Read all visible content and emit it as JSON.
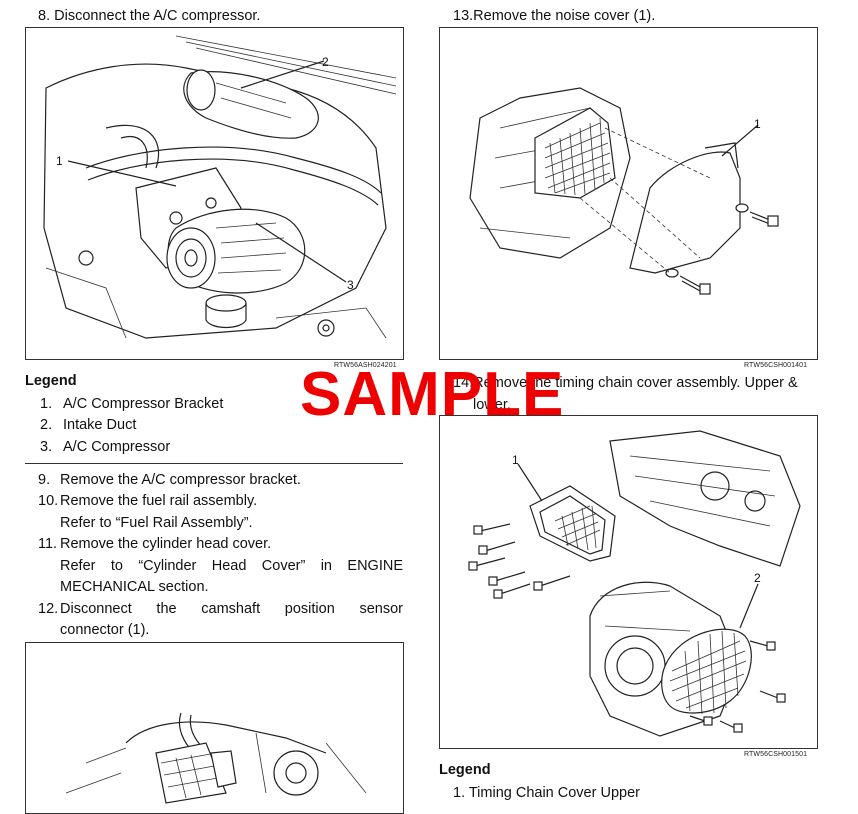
{
  "left": {
    "step8": "8.  Disconnect the A/C compressor.",
    "fig1": {
      "code": "RTW56ASH024201",
      "labels": [
        "1",
        "2",
        "3"
      ]
    },
    "legend_title": "Legend",
    "legend": [
      {
        "num": "1.",
        "text": "A/C Compressor Bracket"
      },
      {
        "num": "2.",
        "text": "Intake Duct"
      },
      {
        "num": "3.",
        "text": "A/C Compressor"
      }
    ],
    "steps": [
      {
        "num": "9.",
        "text": "Remove the A/C compressor bracket."
      },
      {
        "num": "10.",
        "text": "Remove the fuel rail assembly."
      },
      {
        "num": "",
        "text": "Refer to “Fuel Rail Assembly”."
      },
      {
        "num": "11.",
        "text": "Remove the cylinder head cover."
      },
      {
        "num": "",
        "text": "Refer to “Cylinder Head Cover” in ENGINE"
      },
      {
        "num": "",
        "text": "MECHANICAL section."
      },
      {
        "num": "12.",
        "text": "Disconnect the camshaft position sensor"
      },
      {
        "num": "",
        "text": "connector (1)."
      }
    ]
  },
  "right": {
    "step13": "13.Remove the noise cover (1).",
    "fig2": {
      "code": "RTW56CSH001401",
      "labels": [
        "1"
      ]
    },
    "step14_line1": "14.Remove the timing chain cover assembly. Upper &",
    "step14_line2": "lower.",
    "fig3": {
      "code": "RTW56CSH001501",
      "labels": [
        "1",
        "2"
      ]
    },
    "legend_title": "Legend",
    "legend_first": "1.   Timing Chain Cover Upper"
  },
  "watermark": "SAMPLE"
}
